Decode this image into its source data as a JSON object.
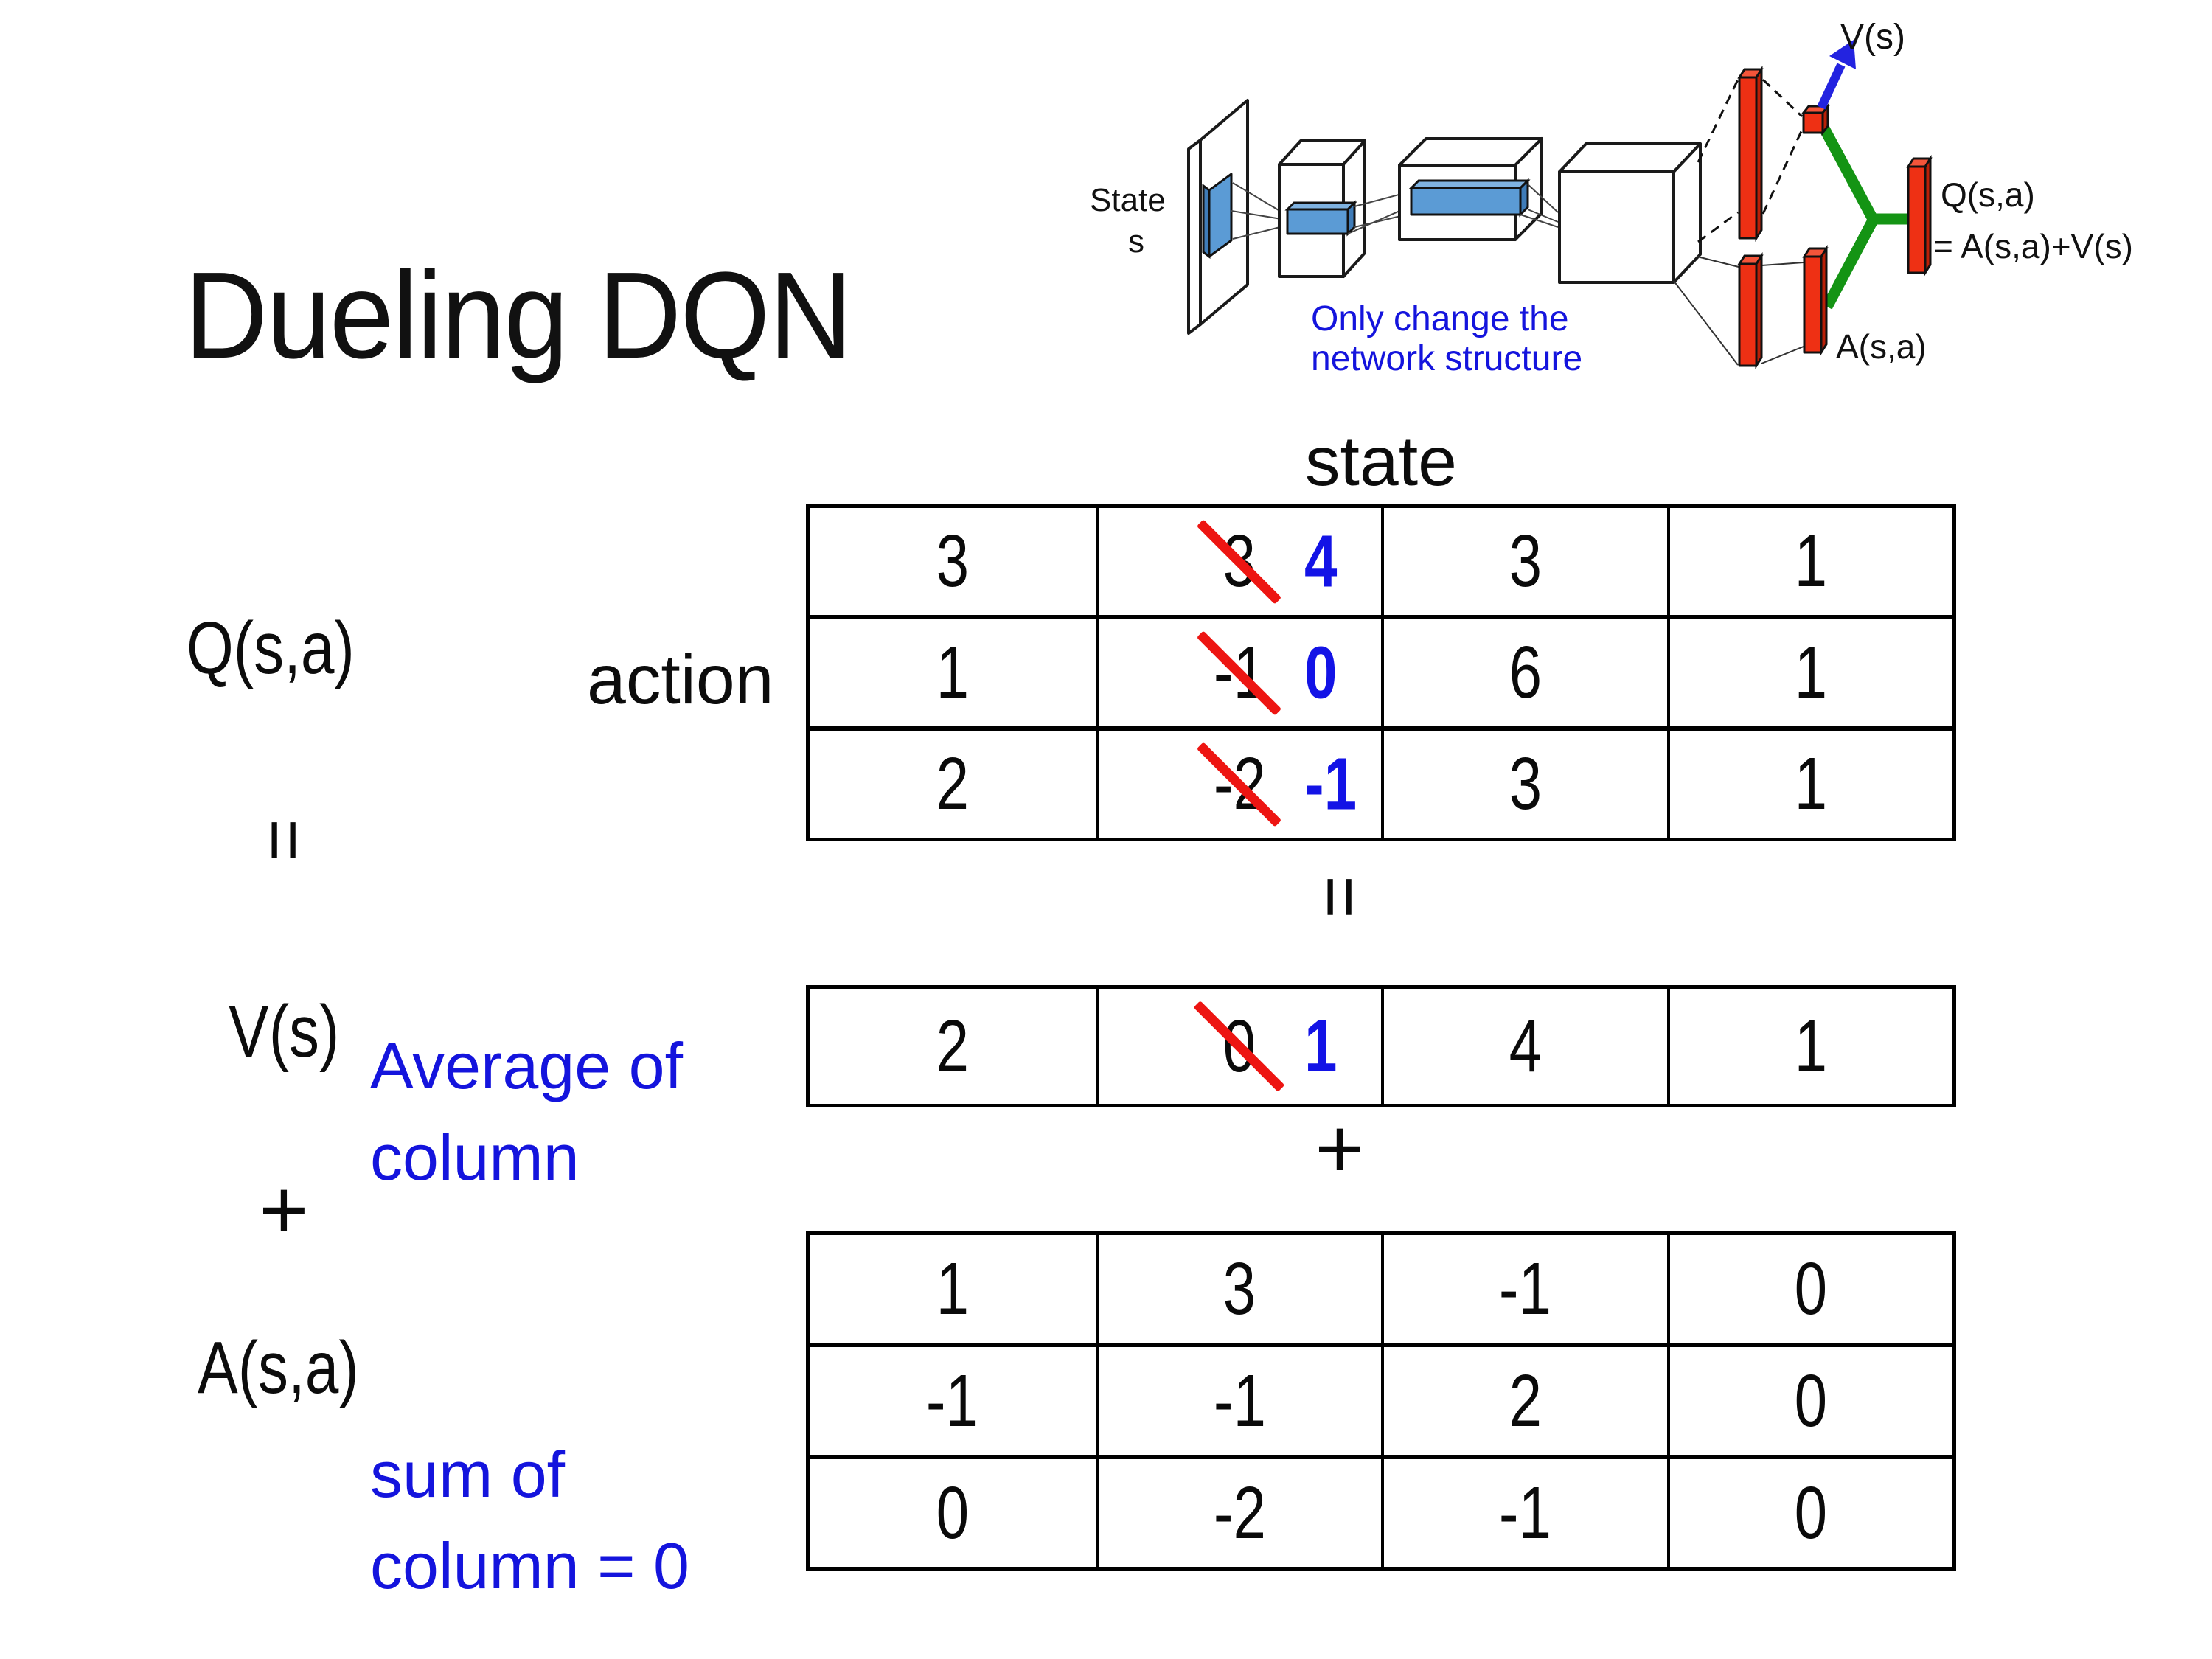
{
  "slide": {
    "title": "Dueling DQN"
  },
  "diagram": {
    "state_line1": "State",
    "state_line2": "s",
    "note_line1": "Only change the",
    "note_line2": "network structure",
    "v_out_label": "V(s)",
    "q_out_line1": "Q(s,a)",
    "q_out_line2": "= A(s,a)+V(s)",
    "a_out_label": "A(s,a)"
  },
  "labels": {
    "q": "Q(s,a)",
    "equals_left": "=",
    "v": "V(s)",
    "plus_left": "+",
    "a": "A(s,a)",
    "action": "action",
    "state": "state",
    "equals_mid": "=",
    "plus_mid": "+",
    "avg_line1": "Average of",
    "avg_line2": "column",
    "sum_line1": "sum of",
    "sum_line2": "column = 0"
  },
  "tables": {
    "q_rows": [
      {
        "c0": "3",
        "c1_old": "3",
        "c1_new": "4",
        "c2": "3",
        "c3": "1"
      },
      {
        "c0": "1",
        "c1_old": "-1",
        "c1_new": "0",
        "c2": "6",
        "c3": "1"
      },
      {
        "c0": "2",
        "c1_old": "-2",
        "c1_new": "-1",
        "c2": "3",
        "c3": "1"
      }
    ],
    "v_row": {
      "c0": "2",
      "c1_old": "0",
      "c1_new": "1",
      "c2": "4",
      "c3": "1"
    },
    "a_rows": [
      {
        "c0": "1",
        "c1": "3",
        "c2": "-1",
        "c3": "0"
      },
      {
        "c0": "-1",
        "c1": "-1",
        "c2": "2",
        "c3": "0"
      },
      {
        "c0": "0",
        "c1": "-2",
        "c2": "-1",
        "c3": "0"
      }
    ]
  },
  "colors": {
    "annotation_blue": "#1414dd",
    "highlight_blue": "#1313e6",
    "strike_red": "#ed1512",
    "bar_red": "#ee3014",
    "connector_green": "#149414",
    "arrow_blue": "#2323e0",
    "box_blue": "#5b9bd5"
  }
}
